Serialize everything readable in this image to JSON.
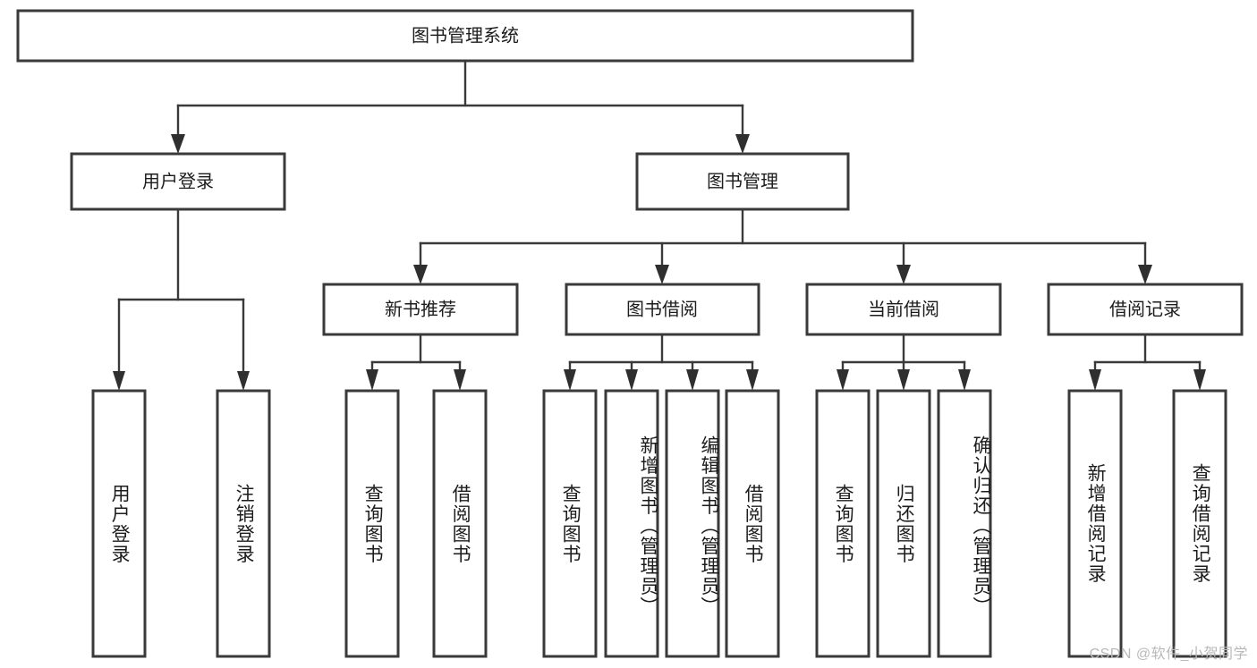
{
  "diagram": {
    "title": "图书管理系统",
    "type": "tree",
    "background_color": "#ffffff",
    "box_stroke_color": "#3a3a3a",
    "box_fill_color": "#ffffff",
    "connector_color": "#3a3a3a",
    "text_color": "#1c1c1c"
  },
  "root": {
    "label": "图书管理系统"
  },
  "level2": [
    {
      "label": "用户登录"
    },
    {
      "label": "图书管理"
    }
  ],
  "level3": [
    {
      "label": "新书推荐"
    },
    {
      "label": "图书借阅"
    },
    {
      "label": "当前借阅"
    },
    {
      "label": "借阅记录"
    }
  ],
  "leaves": {
    "user_login": [
      {
        "label": "用户登录"
      },
      {
        "label": "注销登录"
      }
    ],
    "new_book_recommend": [
      {
        "label": "查询图书"
      },
      {
        "label": "借阅图书"
      }
    ],
    "book_borrow": [
      {
        "label": "查询图书"
      },
      {
        "label": "新增图书（管理员）"
      },
      {
        "label": "编辑图书（管理员）"
      },
      {
        "label": "借阅图书"
      }
    ],
    "current_borrow": [
      {
        "label": "查询图书"
      },
      {
        "label": "归还图书"
      },
      {
        "label": "确认归还（管理员）"
      }
    ],
    "borrow_record": [
      {
        "label": "新增借阅记录"
      },
      {
        "label": "查询借阅记录"
      }
    ]
  },
  "watermark": {
    "text": "CSDN @软件_小贺同学"
  }
}
